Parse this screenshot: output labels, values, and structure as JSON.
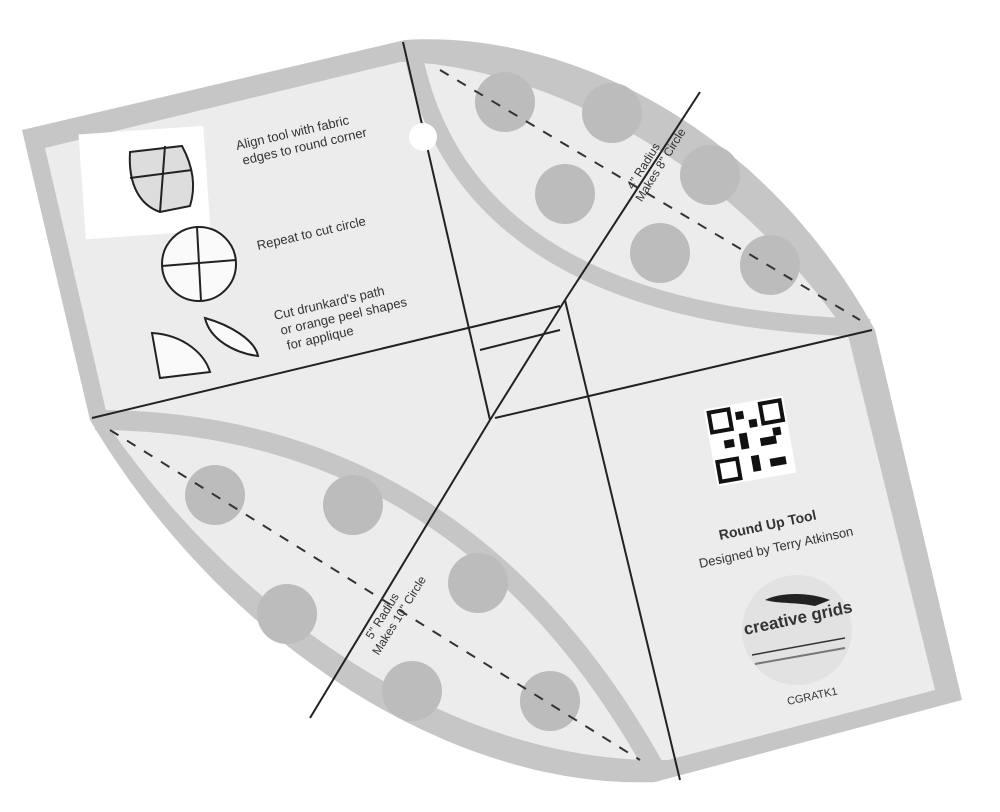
{
  "product": {
    "title": "Round Up Tool",
    "designer": "Designed by Terry Atkinson",
    "sku": "CGRATK1",
    "brand_logo": "creative grids",
    "colors": {
      "plate": "#ececec",
      "border": "#c6c6c6",
      "dots": "#bcbcbc",
      "line": "#222222"
    }
  },
  "instructions": [
    {
      "text_lines": [
        "Align tool with fabric",
        "edges to round corner"
      ],
      "icon": "rounded-corner-diagram-icon"
    },
    {
      "text_lines": [
        "Repeat to cut circle"
      ],
      "icon": "circle-quadrant-icon"
    },
    {
      "text_lines": [
        "Cut drunkard's path",
        "or orange peel shapes",
        "for applique"
      ],
      "icon": "drunkards-path-shapes-icon"
    }
  ],
  "arcs": [
    {
      "radius_label": "4\" Radius",
      "circle_label": "Makes 8\" Circle"
    },
    {
      "radius_label": "5\" Radius",
      "circle_label": "Makes 10\" Circle"
    }
  ]
}
